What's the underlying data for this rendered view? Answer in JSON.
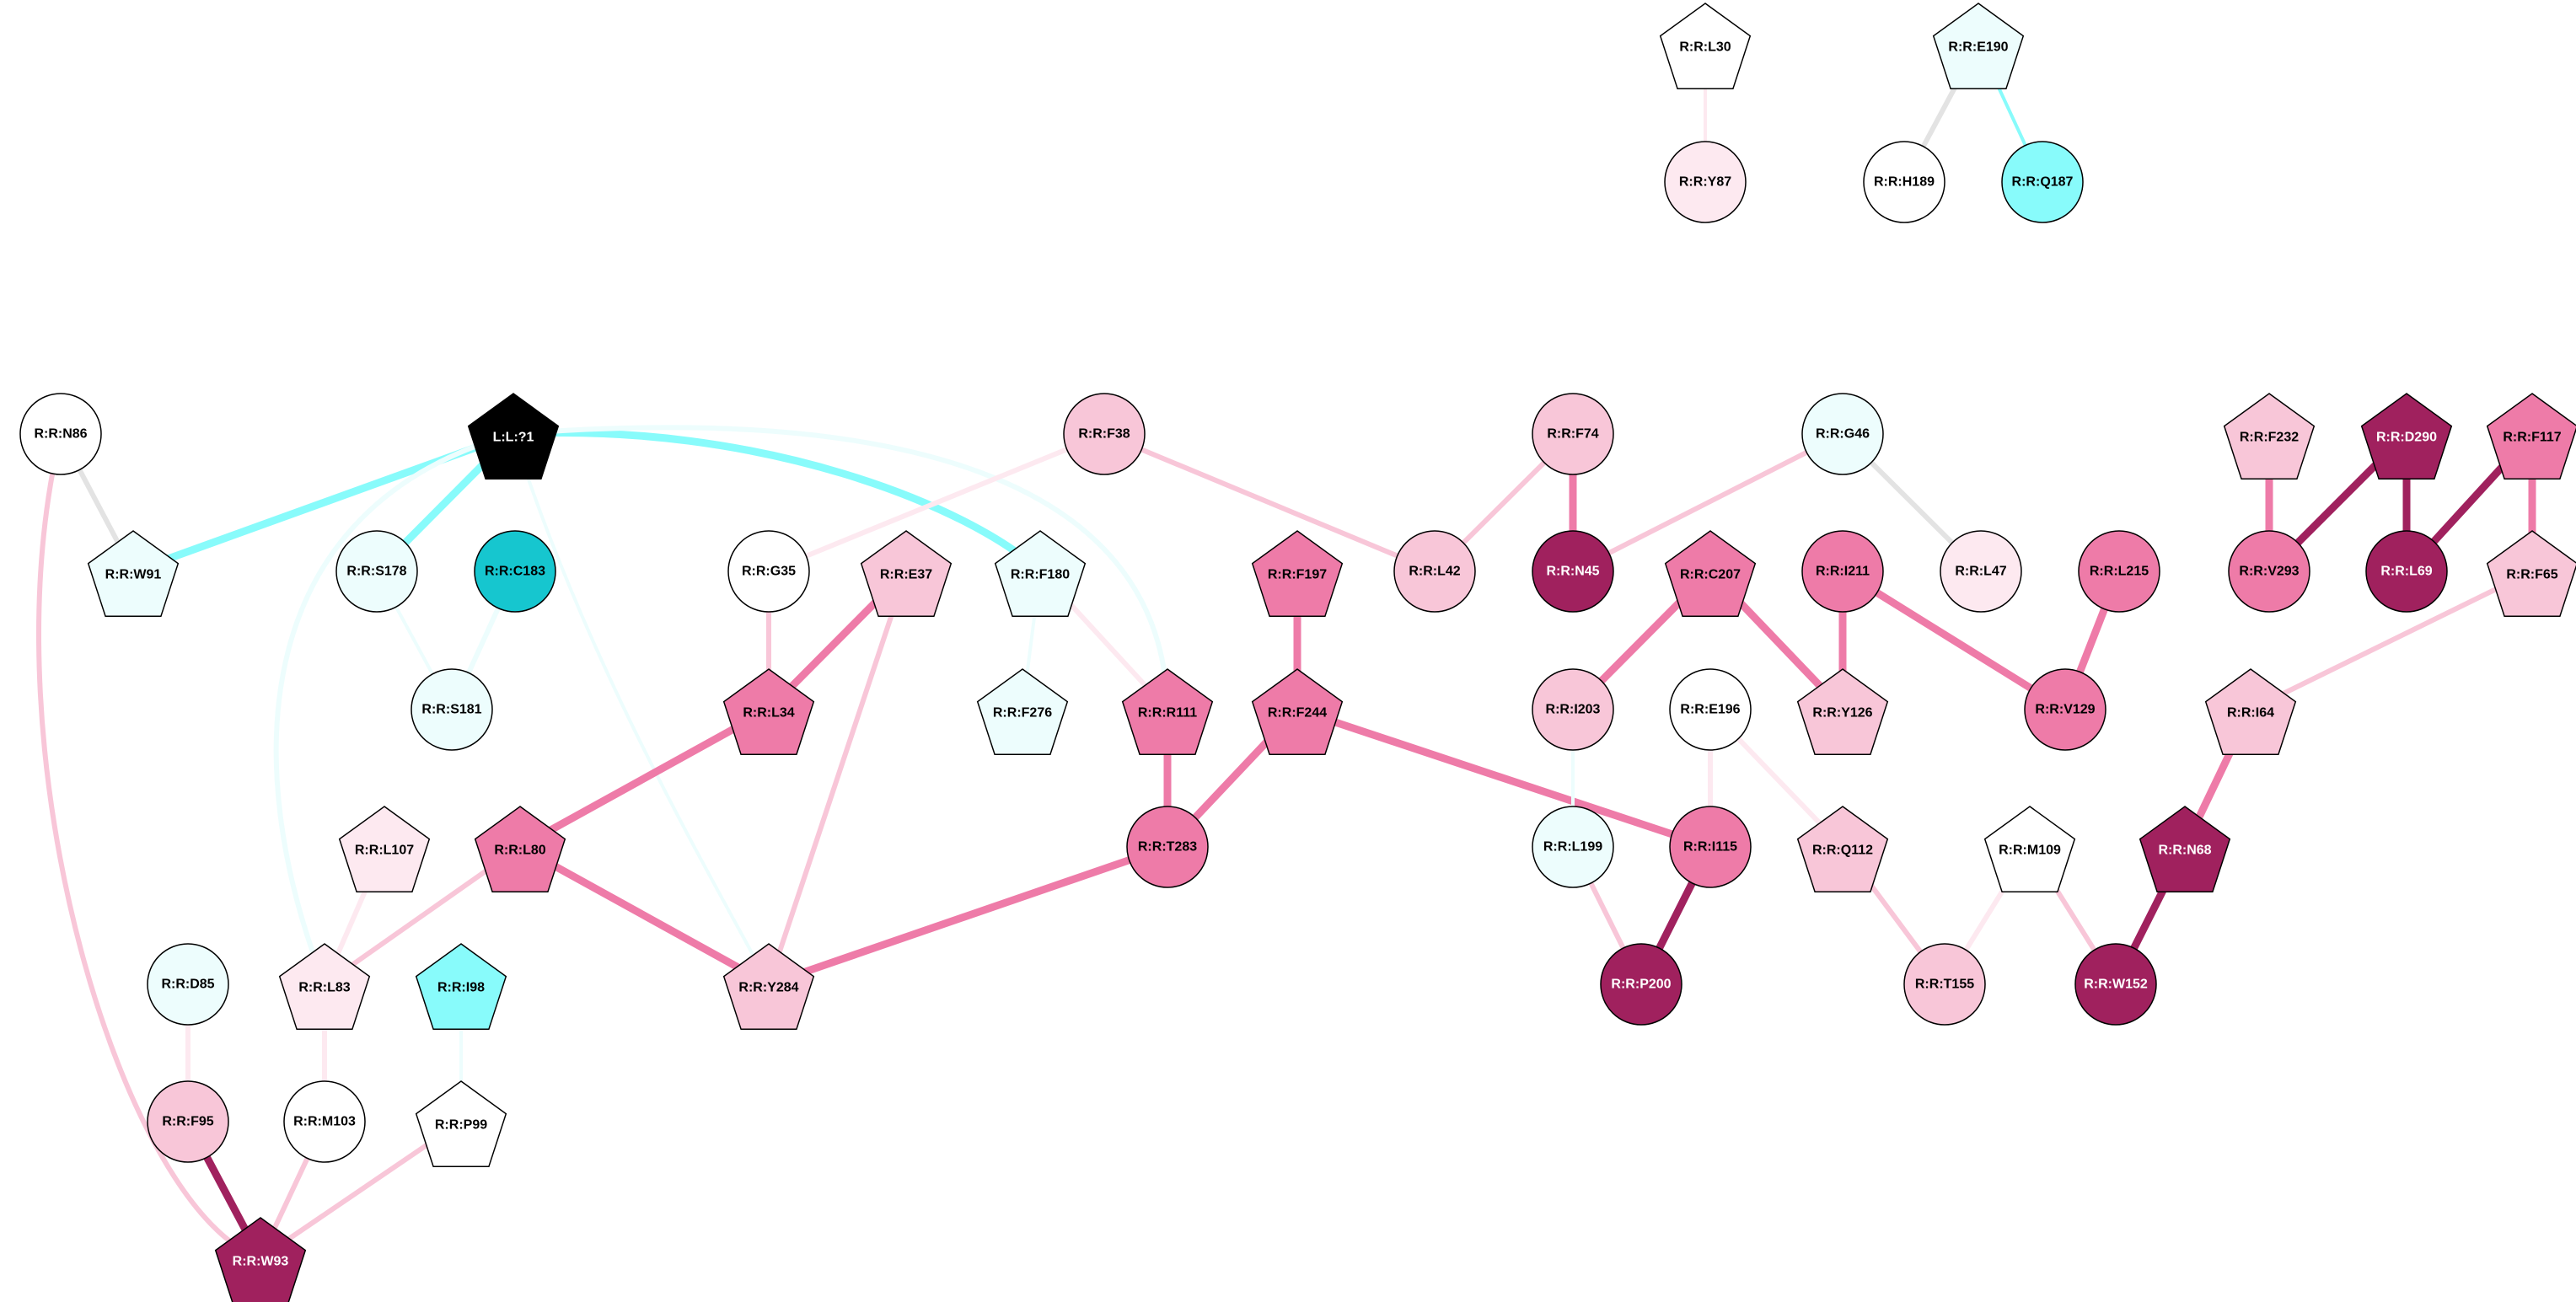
{
  "colors": {
    "white": "#ffffff",
    "pale_pink": "#fde9f0",
    "light_pink": "#f8c6d8",
    "pink": "#ee7ba8",
    "dark_magenta": "#a0215e",
    "pale_cyan": "#edfdfd",
    "cyan": "#88fbfb",
    "dark_cyan": "#16c6cf",
    "black": "#000000",
    "edge_gray": "#e3e3e3"
  },
  "nodes": [
    {
      "id": "L30",
      "label": "R:R:L30",
      "shape": "pentagon",
      "fill": "white",
      "text": "black"
    },
    {
      "id": "E190",
      "label": "R:R:E190",
      "shape": "pentagon",
      "fill": "pale_cyan",
      "text": "black"
    },
    {
      "id": "Y87",
      "label": "R:R:Y87",
      "shape": "circle",
      "fill": "pale_pink",
      "text": "black"
    },
    {
      "id": "H189",
      "label": "R:R:H189",
      "shape": "circle",
      "fill": "white",
      "text": "black"
    },
    {
      "id": "Q187",
      "label": "R:R:Q187",
      "shape": "circle",
      "fill": "cyan",
      "text": "black"
    },
    {
      "id": "N86",
      "label": "R:R:N86",
      "shape": "circle",
      "fill": "white",
      "text": "black"
    },
    {
      "id": "L1",
      "label": "L:L:?1",
      "shape": "pentagon",
      "fill": "black",
      "text": "white"
    },
    {
      "id": "F38",
      "label": "R:R:F38",
      "shape": "circle",
      "fill": "light_pink",
      "text": "black"
    },
    {
      "id": "F74",
      "label": "R:R:F74",
      "shape": "circle",
      "fill": "light_pink",
      "text": "black"
    },
    {
      "id": "G46",
      "label": "R:R:G46",
      "shape": "circle",
      "fill": "pale_cyan",
      "text": "black"
    },
    {
      "id": "F232",
      "label": "R:R:F232",
      "shape": "pentagon",
      "fill": "light_pink",
      "text": "black"
    },
    {
      "id": "D290",
      "label": "R:R:D290",
      "shape": "pentagon",
      "fill": "dark_magenta",
      "text": "white"
    },
    {
      "id": "F117",
      "label": "R:R:F117",
      "shape": "pentagon",
      "fill": "pink",
      "text": "black"
    },
    {
      "id": "W91",
      "label": "R:R:W91",
      "shape": "pentagon",
      "fill": "pale_cyan",
      "text": "black"
    },
    {
      "id": "S178",
      "label": "R:R:S178",
      "shape": "circle",
      "fill": "pale_cyan",
      "text": "black"
    },
    {
      "id": "C183",
      "label": "R:R:C183",
      "shape": "circle",
      "fill": "dark_cyan",
      "text": "black"
    },
    {
      "id": "G35",
      "label": "R:R:G35",
      "shape": "circle",
      "fill": "white",
      "text": "black"
    },
    {
      "id": "E37",
      "label": "R:R:E37",
      "shape": "pentagon",
      "fill": "light_pink",
      "text": "black"
    },
    {
      "id": "F180",
      "label": "R:R:F180",
      "shape": "pentagon",
      "fill": "pale_cyan",
      "text": "black"
    },
    {
      "id": "F197",
      "label": "R:R:F197",
      "shape": "pentagon",
      "fill": "pink",
      "text": "black"
    },
    {
      "id": "L42",
      "label": "R:R:L42",
      "shape": "circle",
      "fill": "light_pink",
      "text": "black"
    },
    {
      "id": "N45",
      "label": "R:R:N45",
      "shape": "circle",
      "fill": "dark_magenta",
      "text": "white"
    },
    {
      "id": "C207",
      "label": "R:R:C207",
      "shape": "pentagon",
      "fill": "pink",
      "text": "black"
    },
    {
      "id": "I211",
      "label": "R:R:I211",
      "shape": "circle",
      "fill": "pink",
      "text": "black"
    },
    {
      "id": "L47",
      "label": "R:R:L47",
      "shape": "circle",
      "fill": "pale_pink",
      "text": "black"
    },
    {
      "id": "L215",
      "label": "R:R:L215",
      "shape": "circle",
      "fill": "pink",
      "text": "black"
    },
    {
      "id": "V293",
      "label": "R:R:V293",
      "shape": "circle",
      "fill": "pink",
      "text": "black"
    },
    {
      "id": "L69",
      "label": "R:R:L69",
      "shape": "circle",
      "fill": "dark_magenta",
      "text": "white"
    },
    {
      "id": "F65",
      "label": "R:R:F65",
      "shape": "pentagon",
      "fill": "light_pink",
      "text": "black"
    },
    {
      "id": "S181",
      "label": "R:R:S181",
      "shape": "circle",
      "fill": "pale_cyan",
      "text": "black"
    },
    {
      "id": "L34",
      "label": "R:R:L34",
      "shape": "pentagon",
      "fill": "pink",
      "text": "black"
    },
    {
      "id": "F276",
      "label": "R:R:F276",
      "shape": "pentagon",
      "fill": "pale_cyan",
      "text": "black"
    },
    {
      "id": "R111",
      "label": "R:R:R111",
      "shape": "pentagon",
      "fill": "pink",
      "text": "black"
    },
    {
      "id": "F244",
      "label": "R:R:F244",
      "shape": "pentagon",
      "fill": "pink",
      "text": "black"
    },
    {
      "id": "I203",
      "label": "R:R:I203",
      "shape": "circle",
      "fill": "light_pink",
      "text": "black"
    },
    {
      "id": "E196",
      "label": "R:R:E196",
      "shape": "circle",
      "fill": "white",
      "text": "black"
    },
    {
      "id": "Y126",
      "label": "R:R:Y126",
      "shape": "pentagon",
      "fill": "light_pink",
      "text": "black"
    },
    {
      "id": "V129",
      "label": "R:R:V129",
      "shape": "circle",
      "fill": "pink",
      "text": "black"
    },
    {
      "id": "I64",
      "label": "R:R:I64",
      "shape": "pentagon",
      "fill": "light_pink",
      "text": "black"
    },
    {
      "id": "L107",
      "label": "R:R:L107",
      "shape": "pentagon",
      "fill": "pale_pink",
      "text": "black"
    },
    {
      "id": "L80",
      "label": "R:R:L80",
      "shape": "pentagon",
      "fill": "pink",
      "text": "black"
    },
    {
      "id": "T283",
      "label": "R:R:T283",
      "shape": "circle",
      "fill": "pink",
      "text": "black"
    },
    {
      "id": "L199",
      "label": "R:R:L199",
      "shape": "circle",
      "fill": "pale_cyan",
      "text": "black"
    },
    {
      "id": "I115",
      "label": "R:R:I115",
      "shape": "circle",
      "fill": "pink",
      "text": "black"
    },
    {
      "id": "Q112",
      "label": "R:R:Q112",
      "shape": "pentagon",
      "fill": "light_pink",
      "text": "black"
    },
    {
      "id": "M109",
      "label": "R:R:M109",
      "shape": "pentagon",
      "fill": "white",
      "text": "black"
    },
    {
      "id": "N68",
      "label": "R:R:N68",
      "shape": "pentagon",
      "fill": "dark_magenta",
      "text": "white"
    },
    {
      "id": "D85",
      "label": "R:R:D85",
      "shape": "circle",
      "fill": "pale_cyan",
      "text": "black"
    },
    {
      "id": "L83",
      "label": "R:R:L83",
      "shape": "pentagon",
      "fill": "pale_pink",
      "text": "black"
    },
    {
      "id": "I98",
      "label": "R:R:I98",
      "shape": "pentagon",
      "fill": "cyan",
      "text": "black"
    },
    {
      "id": "Y284",
      "label": "R:R:Y284",
      "shape": "pentagon",
      "fill": "light_pink",
      "text": "black"
    },
    {
      "id": "P200",
      "label": "R:R:P200",
      "shape": "circle",
      "fill": "dark_magenta",
      "text": "white"
    },
    {
      "id": "T155",
      "label": "R:R:T155",
      "shape": "circle",
      "fill": "light_pink",
      "text": "black"
    },
    {
      "id": "W152",
      "label": "R:R:W152",
      "shape": "circle",
      "fill": "dark_magenta",
      "text": "white"
    },
    {
      "id": "F95",
      "label": "R:R:F95",
      "shape": "circle",
      "fill": "light_pink",
      "text": "black"
    },
    {
      "id": "M103",
      "label": "R:R:M103",
      "shape": "circle",
      "fill": "white",
      "text": "black"
    },
    {
      "id": "P99",
      "label": "R:R:P99",
      "shape": "pentagon",
      "fill": "white",
      "text": "black"
    },
    {
      "id": "W93",
      "label": "R:R:W93",
      "shape": "pentagon",
      "fill": "dark_magenta",
      "text": "white"
    }
  ],
  "edges": [
    {
      "from": "L30",
      "to": "Y87",
      "color": "pale_pink",
      "weight": "thin"
    },
    {
      "from": "E190",
      "to": "H189",
      "color": "edge_gray",
      "weight": "medium"
    },
    {
      "from": "E190",
      "to": "Q187",
      "color": "cyan",
      "weight": "thin"
    },
    {
      "from": "N86",
      "to": "W91",
      "color": "edge_gray",
      "weight": "medium"
    },
    {
      "from": "N86",
      "to": "W93",
      "color": "light_pink",
      "weight": "medium"
    },
    {
      "from": "L1",
      "to": "W91",
      "color": "cyan",
      "weight": "thick"
    },
    {
      "from": "L1",
      "to": "S178",
      "color": "cyan",
      "weight": "thick"
    },
    {
      "from": "L1",
      "to": "F180",
      "color": "cyan",
      "weight": "thick"
    },
    {
      "from": "L1",
      "to": "R111",
      "color": "pale_cyan",
      "weight": "medium"
    },
    {
      "from": "L1",
      "to": "L83",
      "color": "pale_cyan",
      "weight": "medium"
    },
    {
      "from": "L1",
      "to": "Y284",
      "color": "pale_cyan",
      "weight": "thin"
    },
    {
      "from": "S178",
      "to": "S181",
      "color": "pale_cyan",
      "weight": "thin"
    },
    {
      "from": "C183",
      "to": "S181",
      "color": "pale_cyan",
      "weight": "medium"
    },
    {
      "from": "F38",
      "to": "G35",
      "color": "pale_pink",
      "weight": "medium"
    },
    {
      "from": "F38",
      "to": "L42",
      "color": "light_pink",
      "weight": "medium"
    },
    {
      "from": "G35",
      "to": "L34",
      "color": "light_pink",
      "weight": "medium"
    },
    {
      "from": "E37",
      "to": "L34",
      "color": "pink",
      "weight": "thick"
    },
    {
      "from": "E37",
      "to": "Y284",
      "color": "light_pink",
      "weight": "medium"
    },
    {
      "from": "F180",
      "to": "F276",
      "color": "pale_cyan",
      "weight": "thin"
    },
    {
      "from": "F180",
      "to": "R111",
      "color": "pale_pink",
      "weight": "medium"
    },
    {
      "from": "F197",
      "to": "F244",
      "color": "pink",
      "weight": "thick"
    },
    {
      "from": "R111",
      "to": "T283",
      "color": "pink",
      "weight": "thick"
    },
    {
      "from": "F244",
      "to": "T283",
      "color": "pink",
      "weight": "thick"
    },
    {
      "from": "F244",
      "to": "I115",
      "color": "pink",
      "weight": "thick"
    },
    {
      "from": "L34",
      "to": "L80",
      "color": "pink",
      "weight": "thick"
    },
    {
      "from": "L80",
      "to": "Y284",
      "color": "pink",
      "weight": "thick"
    },
    {
      "from": "L80",
      "to": "L83",
      "color": "light_pink",
      "weight": "medium"
    },
    {
      "from": "T283",
      "to": "Y284",
      "color": "pink",
      "weight": "thick"
    },
    {
      "from": "F74",
      "to": "L42",
      "color": "light_pink",
      "weight": "medium"
    },
    {
      "from": "F74",
      "to": "N45",
      "color": "pink",
      "weight": "thick"
    },
    {
      "from": "G46",
      "to": "N45",
      "color": "light_pink",
      "weight": "medium"
    },
    {
      "from": "G46",
      "to": "L47",
      "color": "edge_gray",
      "weight": "medium"
    },
    {
      "from": "C207",
      "to": "I203",
      "color": "pink",
      "weight": "thick"
    },
    {
      "from": "C207",
      "to": "Y126",
      "color": "pink",
      "weight": "thick"
    },
    {
      "from": "I211",
      "to": "Y126",
      "color": "pink",
      "weight": "thick"
    },
    {
      "from": "I211",
      "to": "V129",
      "color": "pink",
      "weight": "thick"
    },
    {
      "from": "L215",
      "to": "V129",
      "color": "pink",
      "weight": "thick"
    },
    {
      "from": "I203",
      "to": "L199",
      "color": "pale_cyan",
      "weight": "thin"
    },
    {
      "from": "E196",
      "to": "I115",
      "color": "pale_pink",
      "weight": "medium"
    },
    {
      "from": "E196",
      "to": "Q112",
      "color": "pale_pink",
      "weight": "medium"
    },
    {
      "from": "L199",
      "to": "P200",
      "color": "light_pink",
      "weight": "medium"
    },
    {
      "from": "I115",
      "to": "P200",
      "color": "dark_magenta",
      "weight": "thick"
    },
    {
      "from": "Q112",
      "to": "T155",
      "color": "light_pink",
      "weight": "medium"
    },
    {
      "from": "M109",
      "to": "T155",
      "color": "pale_pink",
      "weight": "medium"
    },
    {
      "from": "M109",
      "to": "W152",
      "color": "light_pink",
      "weight": "medium"
    },
    {
      "from": "F232",
      "to": "V293",
      "color": "pink",
      "weight": "thick"
    },
    {
      "from": "D290",
      "to": "V293",
      "color": "dark_magenta",
      "weight": "thick"
    },
    {
      "from": "D290",
      "to": "L69",
      "color": "dark_magenta",
      "weight": "thick"
    },
    {
      "from": "F117",
      "to": "L69",
      "color": "dark_magenta",
      "weight": "thick"
    },
    {
      "from": "F117",
      "to": "F65",
      "color": "pink",
      "weight": "thick"
    },
    {
      "from": "F65",
      "to": "I64",
      "color": "light_pink",
      "weight": "medium"
    },
    {
      "from": "I64",
      "to": "N68",
      "color": "pink",
      "weight": "thick"
    },
    {
      "from": "N68",
      "to": "W152",
      "color": "dark_magenta",
      "weight": "thick"
    },
    {
      "from": "L107",
      "to": "L83",
      "color": "pale_pink",
      "weight": "medium"
    },
    {
      "from": "L83",
      "to": "M103",
      "color": "pale_pink",
      "weight": "medium"
    },
    {
      "from": "D85",
      "to": "F95",
      "color": "pale_pink",
      "weight": "medium"
    },
    {
      "from": "F95",
      "to": "W93",
      "color": "dark_magenta",
      "weight": "thick"
    },
    {
      "from": "I98",
      "to": "P99",
      "color": "pale_cyan",
      "weight": "thin"
    },
    {
      "from": "M103",
      "to": "W93",
      "color": "light_pink",
      "weight": "medium"
    },
    {
      "from": "P99",
      "to": "W93",
      "color": "light_pink",
      "weight": "medium"
    }
  ]
}
